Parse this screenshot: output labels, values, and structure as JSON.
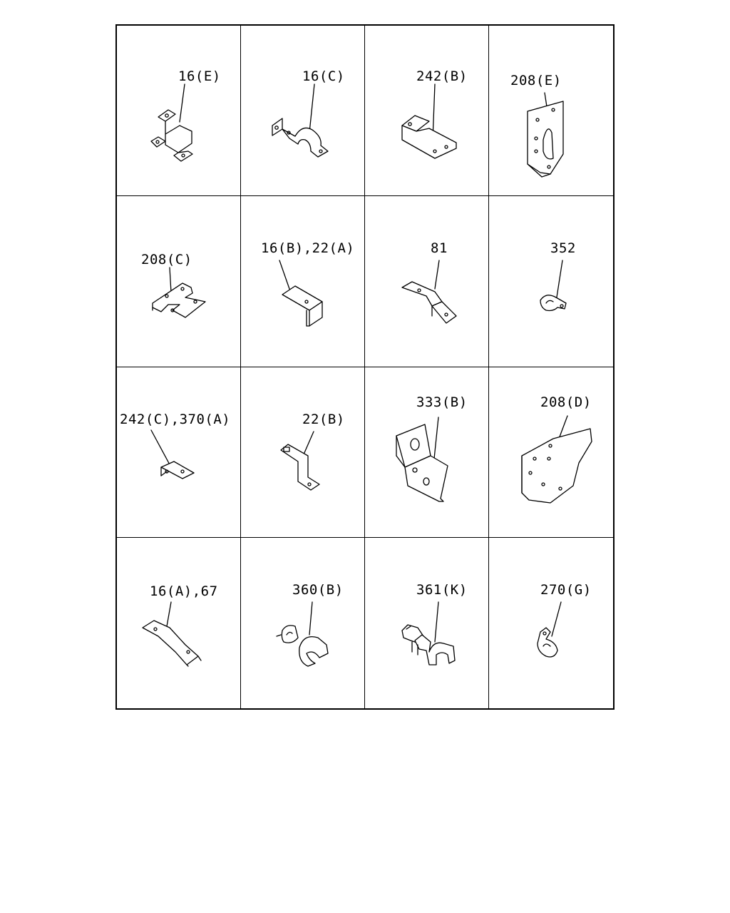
{
  "cells": [
    {
      "label": "16(E)"
    },
    {
      "label": "16(C)"
    },
    {
      "label": "242(B)"
    },
    {
      "label": "208(E)"
    },
    {
      "label": "208(C)"
    },
    {
      "label": "16(B),22(A)"
    },
    {
      "label": "81"
    },
    {
      "label": "352"
    },
    {
      "label": "242(C),370(A)"
    },
    {
      "label": "22(B)"
    },
    {
      "label": "333(B)"
    },
    {
      "label": "208(D)"
    },
    {
      "label": "16(A),67"
    },
    {
      "label": "360(B)"
    },
    {
      "label": "361(K)"
    },
    {
      "label": "270(G)"
    }
  ]
}
